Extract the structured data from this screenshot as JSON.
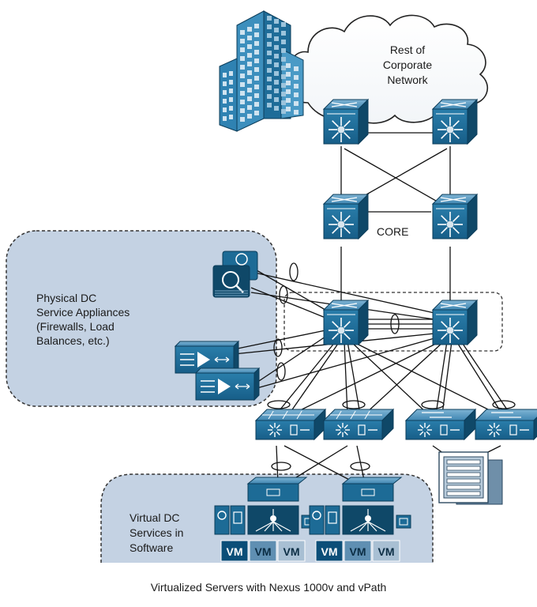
{
  "cloud": {
    "label": "Rest of\nCorporate\nNetwork"
  },
  "core": {
    "label": "CORE"
  },
  "physical_services": {
    "label": "Physical DC\nService Appliances\n(Firewalls, Load\nBalances, etc.)"
  },
  "virtual_services": {
    "label": "Virtual DC\nServices in\nSoftware"
  },
  "vm_label": "VM",
  "caption": "Virtualized Servers with Nexus 1000v and vPath",
  "colors": {
    "device_blue": "#1d6b96",
    "device_dark": "#0f4868",
    "device_light": "#4f97bf",
    "region_fill": "#c4d2e3",
    "region_dash": "#333333",
    "vm_dark": "#0b4e78",
    "vm_mid": "#5f8fb2",
    "vm_light": "#a8bfd3",
    "link": "#111111"
  }
}
